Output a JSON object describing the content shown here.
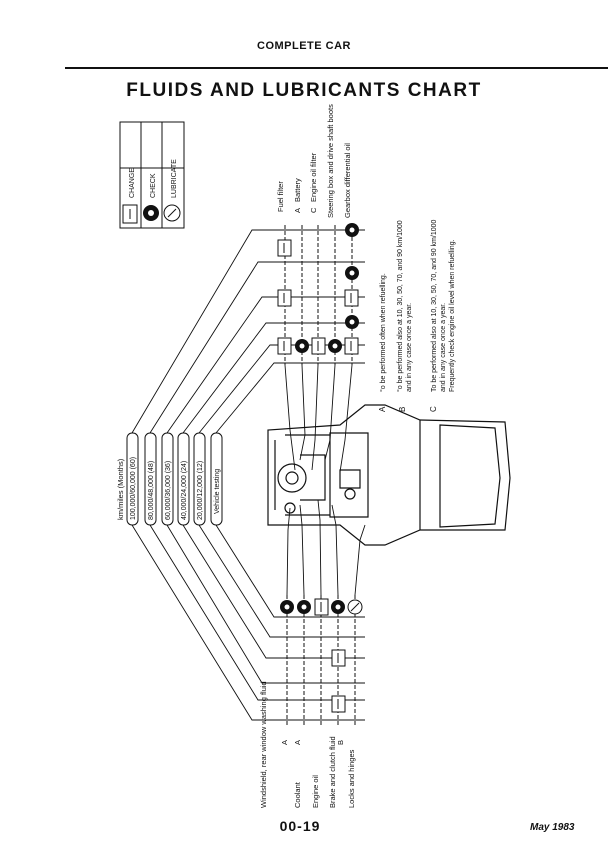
{
  "header": {
    "section": "COMPLETE CAR",
    "title": "FLUIDS AND LUBRICANTS CHART"
  },
  "legend": [
    {
      "label": "CHANGE",
      "icon": "change-icon"
    },
    {
      "label": "CHECK",
      "icon": "check-icon"
    },
    {
      "label": "LUBRICATE",
      "icon": "lubricate-icon"
    }
  ],
  "intervals": {
    "heading": "km/miles (Months)",
    "items": [
      "100,000/60,000 (60)",
      "80,000/48,000 (48)",
      "60,000/36,000 (36)",
      "40,000/24,000 (24)",
      "20,000/12,000 (12)",
      "Vehicle testing"
    ]
  },
  "top_points": [
    {
      "label": "Fuel filter",
      "mark": ""
    },
    {
      "label": "Battery",
      "mark": "A"
    },
    {
      "label": "Engine oil filter",
      "mark": "C"
    },
    {
      "label": "Steering box and drive shaft boots",
      "mark": ""
    },
    {
      "label": "Gearbox differential oil",
      "mark": ""
    }
  ],
  "bottom_points": [
    {
      "label": "Windshield, rear window washing fluid",
      "mark": "A"
    },
    {
      "label": "Coolant",
      "mark": "A"
    },
    {
      "label": "Engine oil",
      "mark": ""
    },
    {
      "label": "Brake and clutch fluid",
      "mark": "B"
    },
    {
      "label": "Locks and hinges",
      "mark": ""
    }
  ],
  "notes": [
    {
      "mark": "A",
      "lines": [
        "°o be performed often when refuelling."
      ]
    },
    {
      "mark": "B",
      "lines": [
        "°o be performed also at 10, 30, 50, 70, and 90 km/1000",
        "and in any case once a year."
      ]
    },
    {
      "mark": "C",
      "lines": [
        "To be performed also at 10, 30, 50, 70, and 90 km/1000",
        "and in any case once a year.",
        "Frequently check engine oil level when refuelling."
      ]
    }
  ],
  "footer": {
    "page": "00-19",
    "date": "May 1983"
  }
}
